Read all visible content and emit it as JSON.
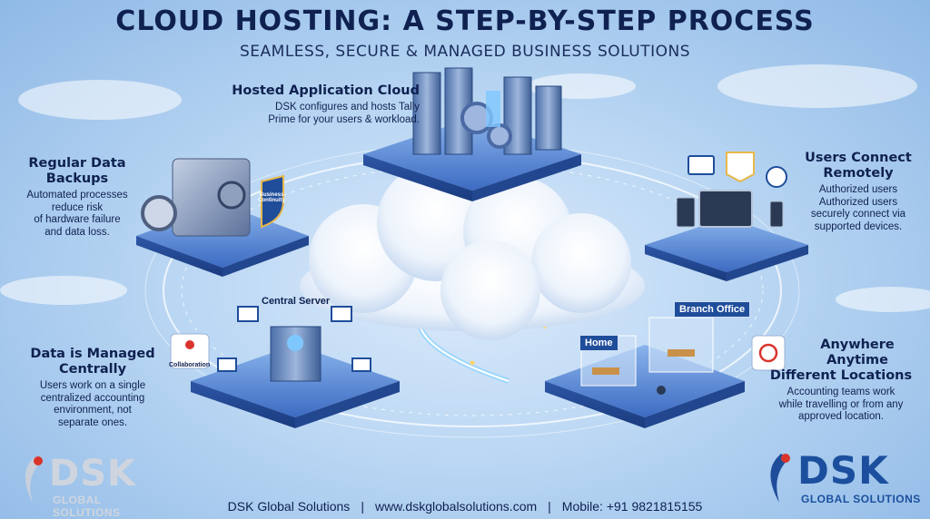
{
  "header": {
    "title": "CLOUD HOSTING: A STEP-BY-STEP PROCESS",
    "subtitle": "SEAMLESS, SECURE & MANAGED BUSINESS SOLUTIONS"
  },
  "steps": {
    "hosted": {
      "heading": "Hosted Application Cloud",
      "line1": "DSK configures and hosts Tally",
      "line2": "Prime for your users & workload."
    },
    "backups": {
      "heading1": "Regular Data",
      "heading2": "Backups",
      "line1": "Automated processes",
      "line2": "reduce risk",
      "line3": "of hardware failure",
      "line4": "and data loss."
    },
    "users": {
      "heading1": "Users Connect",
      "heading2": "Remotely",
      "line1": "Authorized users",
      "line2": "Authorized users",
      "line3": "securely connect via",
      "line4": "supported devices."
    },
    "managed": {
      "heading1": "Data is Managed",
      "heading2": "Centrally",
      "line1": "Users work on a single",
      "line2": "centralized accounting",
      "line3": "environment, not",
      "line4": "separate ones."
    },
    "anywhere": {
      "heading1": "Anywhere",
      "heading2": "Anytime",
      "heading3": "Different Locations",
      "line1": "Accounting teams work",
      "line2": "while travelling or from any",
      "line3": "approved location."
    }
  },
  "scene_labels": {
    "central_server": "Central Server",
    "collaboration": "Collaboration",
    "home": "Home",
    "branch_office": "Branch Office",
    "shield": "Business Continuity"
  },
  "footer": {
    "company": "DSK Global Solutions",
    "sep": "|",
    "website": "www.dskglobalsolutions.com",
    "mobile": "Mobile: +91 9821815155"
  },
  "logo": {
    "word": "DSK",
    "sub": "GLOBAL SOLUTIONS"
  },
  "colors": {
    "title": "#0f2150",
    "accent": "#1b4f9e",
    "platform": "#3f6fc4",
    "glow": "#7fd0ff"
  },
  "icons": [
    "server-rack-icon",
    "gear-icon",
    "safe-icon",
    "shield-icon",
    "laptop-icon",
    "handshake-icon",
    "globe-icon",
    "tablet-icon",
    "phone-icon",
    "monitor-icon",
    "collaboration-icon",
    "globe-pin-icon",
    "cloud-icon"
  ]
}
